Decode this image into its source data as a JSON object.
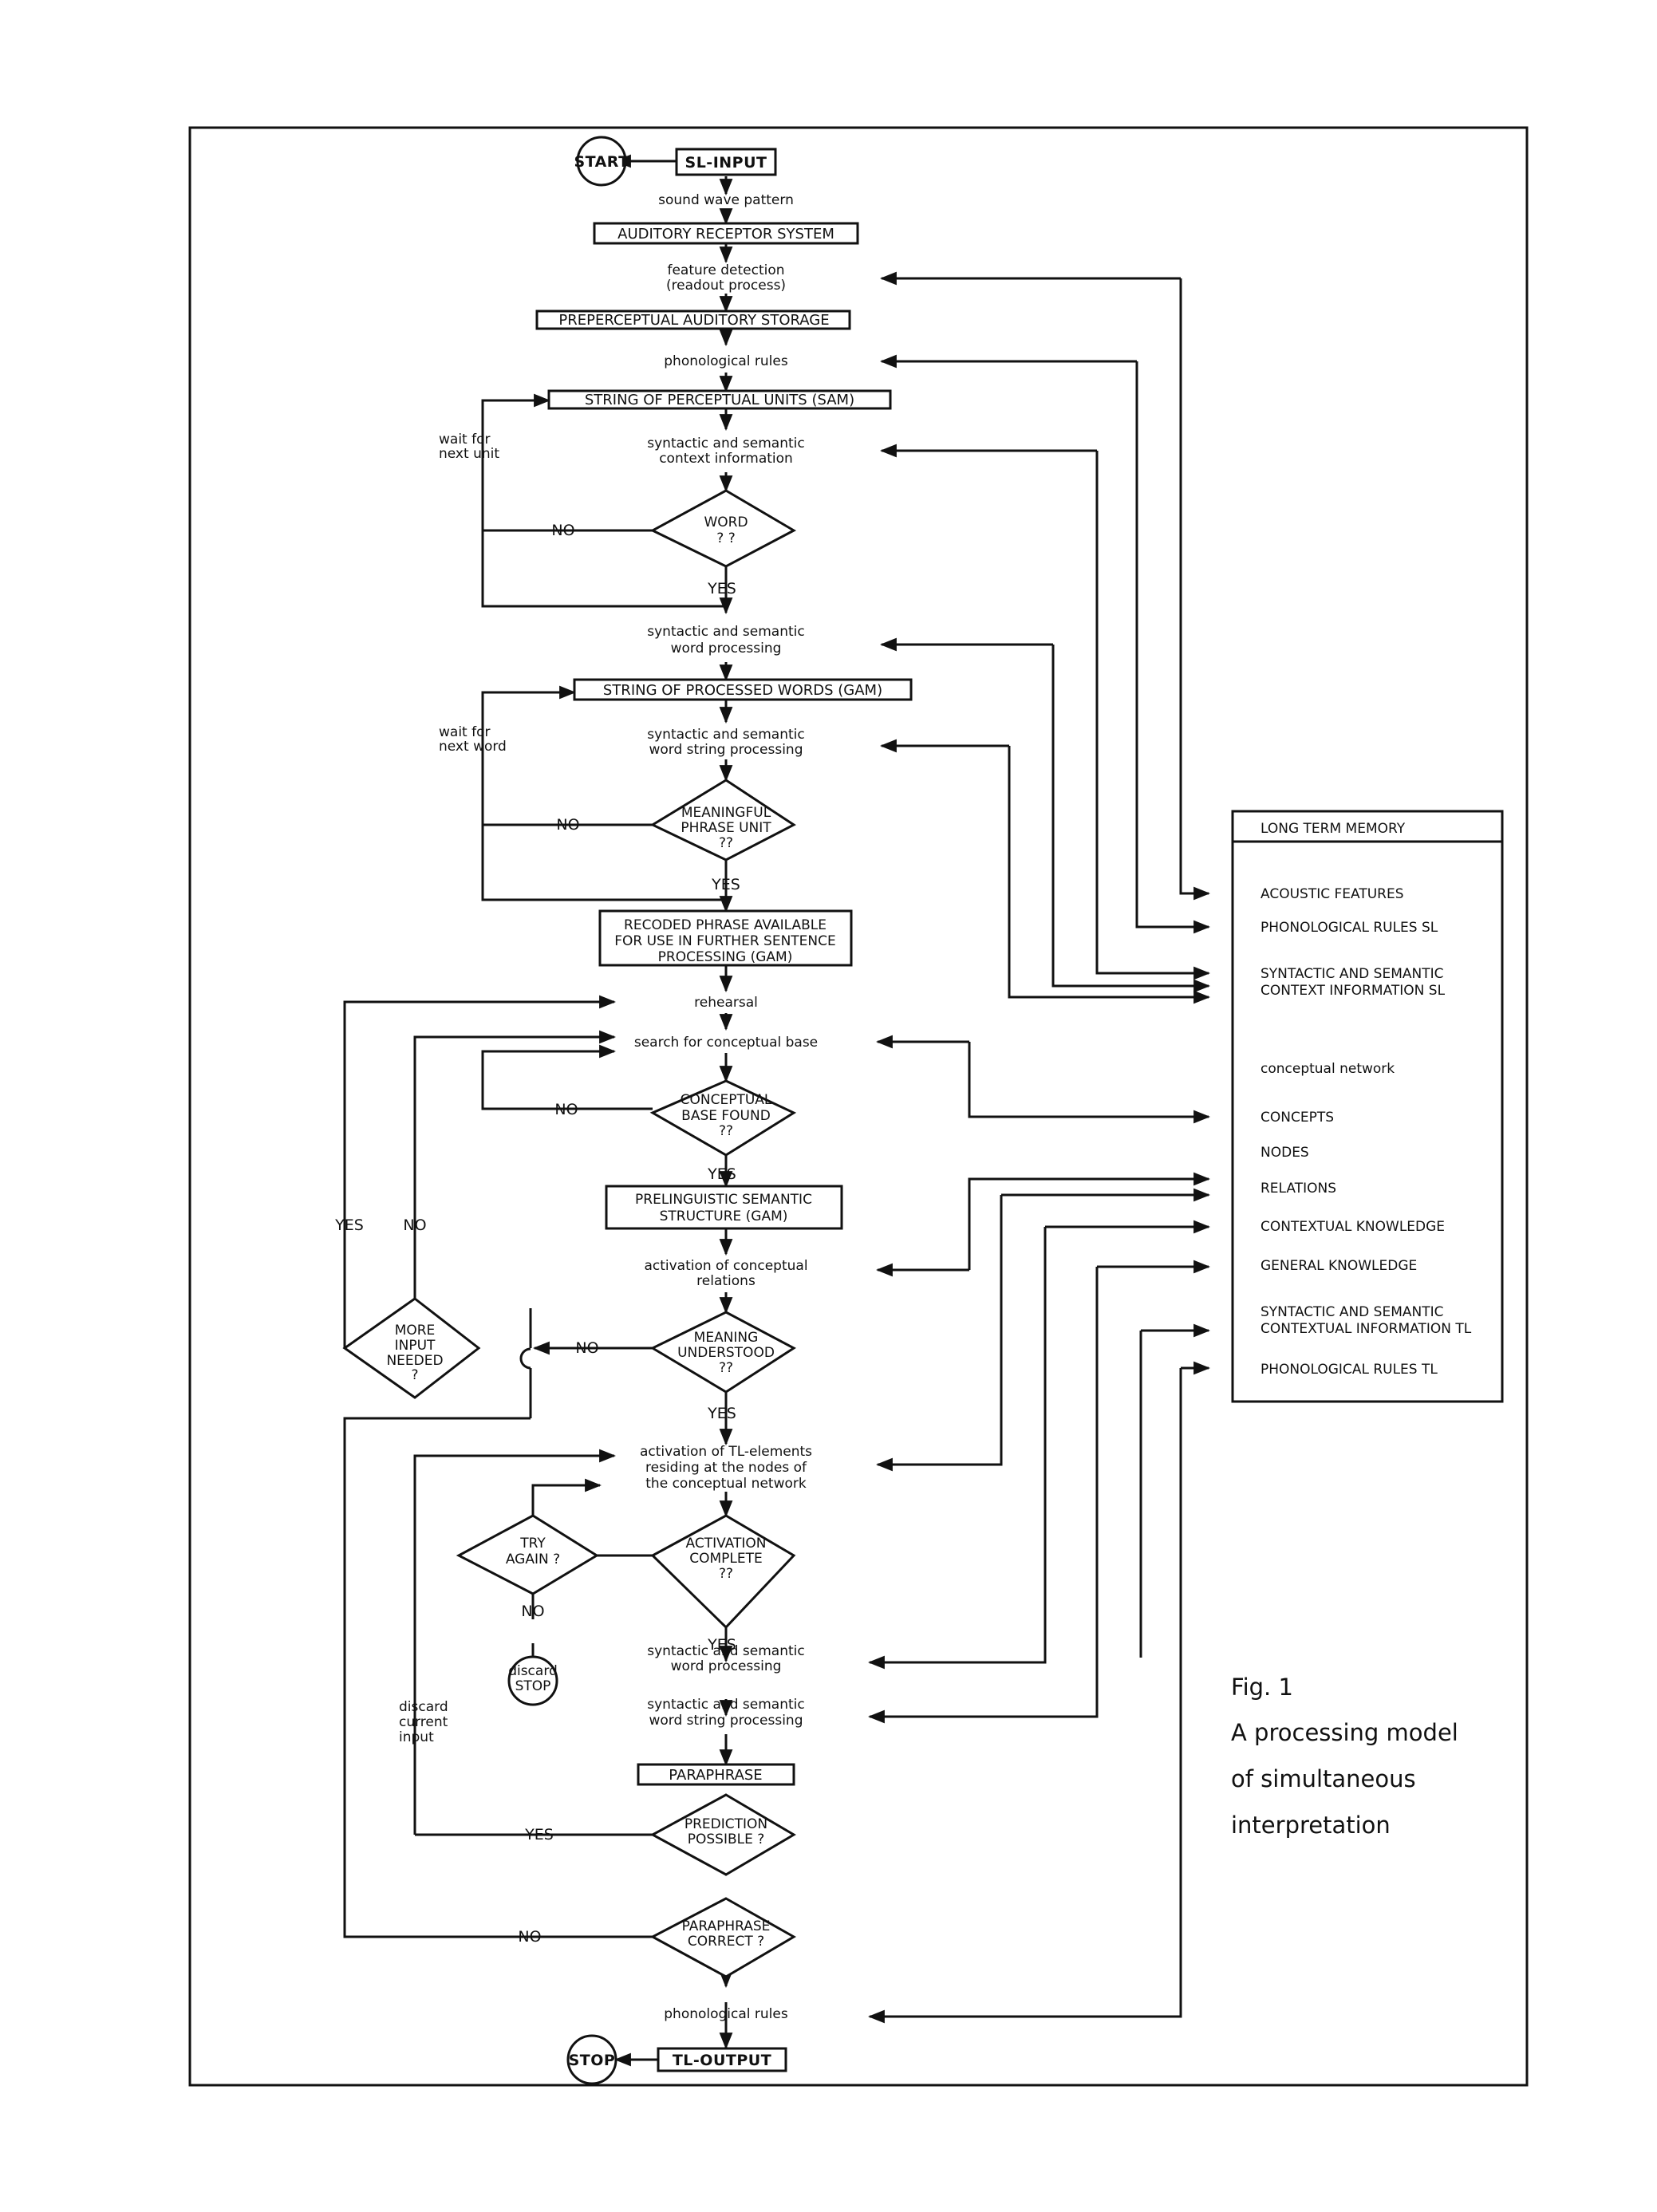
{
  "flow": {
    "start": "START",
    "sl_input": "SL-INPUT",
    "sound_wave": "sound wave pattern",
    "auditory_receptor": "AUDITORY RECEPTOR SYSTEM",
    "feature_detection_1": "feature detection",
    "feature_detection_2": "(readout process)",
    "preperceptual": "PREPERCEPTUAL AUDITORY STORAGE",
    "phonological_rules": "phonological rules",
    "string_perceptual": "STRING OF PERCEPTUAL UNITS (SAM)",
    "wait_unit_1": "wait for",
    "wait_unit_2": "next unit",
    "syn_context_1": "syntactic and semantic",
    "syn_context_2": "context information",
    "word_q_1": "WORD",
    "word_q_2": "? ?",
    "no": "NO",
    "yes": "YES",
    "word_proc_1": "syntactic and semantic",
    "word_proc_2": "word processing",
    "string_processed": "STRING OF PROCESSED WORDS (GAM)",
    "wait_word_1": "wait for",
    "wait_word_2": "next word",
    "wstring_1": "syntactic and semantic",
    "wstring_2": "word string processing",
    "mpu_1": "MEANINGFUL",
    "mpu_2": "PHRASE UNIT",
    "mpu_3": "??",
    "recoded_1": "RECODED PHRASE AVAILABLE",
    "recoded_2": "FOR USE IN FURTHER SENTENCE",
    "recoded_3": "PROCESSING (GAM)",
    "rehearsal": "rehearsal",
    "search_base": "search for conceptual base",
    "cbf_1": "CONCEPTUAL",
    "cbf_2": "BASE FOUND",
    "cbf_3": "??",
    "prelinguistic_1": "PRELINGUISTIC SEMANTIC",
    "prelinguistic_2": "STRUCTURE (GAM)",
    "activation_rel_1": "activation of conceptual",
    "activation_rel_2": "relations",
    "more_input_1": "MORE",
    "more_input_2": "INPUT",
    "more_input_3": "NEEDED",
    "more_input_4": "?",
    "meaning_1": "MEANING",
    "meaning_2": "UNDERSTOOD",
    "meaning_3": "??",
    "tl_act_1": "activation of TL-elements",
    "tl_act_2": "residing at the nodes of",
    "tl_act_3": "the conceptual network",
    "try_again_1": "TRY",
    "try_again_2": "AGAIN ?",
    "act_complete_1": "ACTIVATION",
    "act_complete_2": "COMPLETE",
    "act_complete_3": "??",
    "discard_stop_1": "discard",
    "discard_stop_2": "STOP",
    "tl_word_1": "syntactic and semantic",
    "tl_word_2": "word processing",
    "tl_string_1": "syntactic and semantic",
    "tl_string_2": "word string processing",
    "discard_1": "discard",
    "discard_2": "current",
    "discard_3": "input",
    "paraphrase": "PARAPHRASE",
    "prediction_1": "PREDICTION",
    "prediction_2": "POSSIBLE ?",
    "pcorrect_1": "PARAPHRASE",
    "pcorrect_2": "CORRECT ?",
    "tl_phon": "phonological rules",
    "stop": "STOP",
    "tl_output": "TL-OUTPUT"
  },
  "ltm": {
    "title": "LONG TERM MEMORY",
    "acoustic": "ACOUSTIC FEATURES",
    "phon_sl": "PHONOLOGICAL RULES SL",
    "syn_sl_1": "SYNTACTIC AND SEMANTIC",
    "syn_sl_2": "CONTEXT INFORMATION SL",
    "network": "conceptual network",
    "concepts": "CONCEPTS",
    "nodes": "NODES",
    "relations": "RELATIONS",
    "contextual": "CONTEXTUAL KNOWLEDGE",
    "general": "GENERAL KNOWLEDGE",
    "syn_tl_1": "SYNTACTIC AND SEMANTIC",
    "syn_tl_2": "CONTEXTUAL INFORMATION TL",
    "phon_tl": "PHONOLOGICAL RULES TL"
  },
  "caption": {
    "fig": "Fig. 1",
    "line1": "A processing model",
    "line2": "of simultaneous",
    "line3": "interpretation"
  }
}
